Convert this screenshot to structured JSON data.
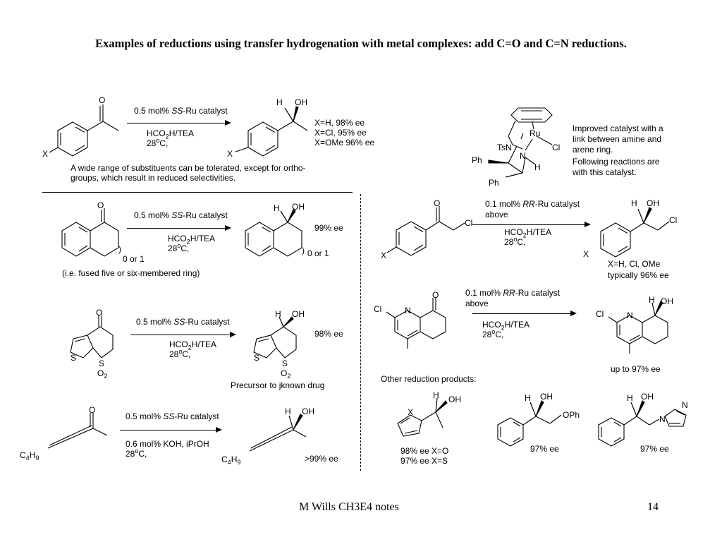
{
  "title": "Examples of reductions using transfer hydrogenation with metal complexes: add C=O and C=N reductions.",
  "footer": {
    "left": "M Wills CH3E4 notes",
    "right": "14"
  },
  "reaction1": {
    "catalyst_pre": "0.5 mol% ",
    "catalyst_it": "SS",
    "catalyst_post": "-Ru catalyst",
    "cond1_a": "HCO",
    "cond1_sub": "2",
    "cond1_b": "H/TEA",
    "cond2_a": "28",
    "cond2_sup": "o",
    "cond2_b": "C,",
    "results": [
      "X=H, 98% ee",
      "X=Cl, 95% ee",
      "X=OMe 96% ee"
    ],
    "note1": "A wide range of substituents can be tolerated, except for ortho-",
    "note2": "groups, which result in reduced selectivities.",
    "sub_x": "X",
    "sub_o": "O",
    "prod_x": "X",
    "prod_h": "H",
    "prod_oh": "OH"
  },
  "catalyst_box": {
    "lines": [
      "Improved catalyst with a",
      "link between amine and",
      "arene ring.",
      "Following reactions are",
      "with this catalyst."
    ],
    "ru": "Ru",
    "cl": "Cl",
    "tsn": "TsN",
    "n": "N",
    "h": "H",
    "ph1": "Ph",
    "ph2": "Ph"
  },
  "reaction2": {
    "catalyst_pre": "0.5 mol% ",
    "catalyst_it": "SS",
    "catalyst_post": "-Ru catalyst",
    "cond1_a": "HCO",
    "cond1_sub": "2",
    "cond1_b": "H/TEA",
    "cond2_a": "28",
    "cond2_sup": "o",
    "cond2_b": "C,",
    "result": "99% ee",
    "ring_note_sub": "0 or 1",
    "ring_note_prod": "0 or 1",
    "note": "(i.e. fused five or six-membered ring)",
    "sub_o": "O",
    "prod_h": "H",
    "prod_oh": "OH",
    "paren_l": ")",
    "paren_r": ")"
  },
  "reaction3": {
    "catalyst_pre": "0.5 mol% ",
    "catalyst_it": "SS",
    "catalyst_post": "-Ru catalyst",
    "cond1_a": "HCO",
    "cond1_sub": "2",
    "cond1_b": "H/TEA",
    "cond2_a": "28",
    "cond2_sup": "o",
    "cond2_b": "C,",
    "result": "98% ee",
    "note": "Precursor to jknown drug",
    "sub_o": "O",
    "sub_s": "S",
    "sub_so2": "S",
    "so2_o": "O",
    "so2_sub": "2",
    "prod_h": "H",
    "prod_oh": "OH",
    "prod_s": "S",
    "prod_so2": "S",
    "prod_o": "O",
    "prod_sub": "2"
  },
  "reaction4": {
    "catalyst_pre": "0.5 mol% ",
    "catalyst_it": "SS",
    "catalyst_post": "-Ru catalyst",
    "cond1": "0.6 mol% KOH, iPrOH",
    "cond2_a": "28",
    "cond2_sup": "o",
    "cond2_b": "C,",
    "result": ">99% ee",
    "sub_o": "O",
    "sub_c": "C",
    "sub_c_sub": "4",
    "sub_h": "H",
    "sub_h_sub": "9",
    "prod_h": "H",
    "prod_oh": "OH",
    "prod_c": "C",
    "prod_c_sub": "4",
    "prod_h2": "H",
    "prod_h2_sub": "9"
  },
  "reaction5": {
    "catalyst_pre": "0.1 mol% ",
    "catalyst_it": "RR",
    "catalyst_post": "-Ru catalyst",
    "catalyst_line2": "above",
    "cond1_a": "HCO",
    "cond1_sub": "2",
    "cond1_b": "H/TEA",
    "cond2_a": "28",
    "cond2_sup": "o",
    "cond2_b": "C,",
    "result1": "X=H, Cl, OMe",
    "result2": "typically 96% ee",
    "sub_o": "O",
    "sub_cl": "Cl",
    "sub_x": "X",
    "prod_h": "H",
    "prod_oh": "OH",
    "prod_cl": "Cl",
    "prod_x": "X"
  },
  "reaction6": {
    "catalyst_pre": "0.1 mol% ",
    "catalyst_it": "RR",
    "catalyst_post": "-Ru catalyst",
    "catalyst_line2": "above",
    "cond1_a": "HCO",
    "cond1_sub": "2",
    "cond1_b": "H/TEA",
    "cond2_a": "28",
    "cond2_sup": "o",
    "cond2_b": "C,",
    "result": "up to 97% ee",
    "sub_cl": "Cl",
    "sub_n": "N",
    "sub_o": "O",
    "prod_cl": "Cl",
    "prod_n": "N",
    "prod_h": "H",
    "prod_oh": "OH"
  },
  "other_products": {
    "heading": "Other reduction products:",
    "p1_results": [
      "98% ee X=O",
      "97% ee X=S"
    ],
    "p1_x": "X",
    "p1_h": "H",
    "p1_oh": "OH",
    "p2_result": "97% ee",
    "p2_h": "H",
    "p2_oh": "OH",
    "p2_oph": "OPh",
    "p3_result": "97% ee",
    "p3_h": "H",
    "p3_oh": "OH",
    "p3_n1": "N",
    "p3_n2": "N"
  }
}
